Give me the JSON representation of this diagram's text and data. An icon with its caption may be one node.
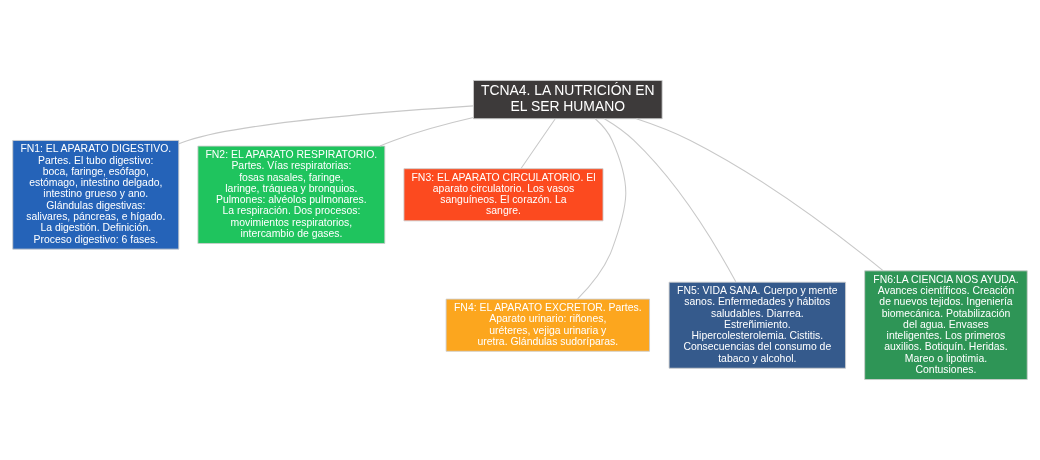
{
  "diagram": {
    "nodes": [
      {
        "text": [
          "TCNA4. LA NUTRICIÓN EN EL SER HUMANO"
        ]
      },
      {
        "text": [
          "FN1: EL APARATO DIGESTIVO. Partes. El tubo digestivo: boca, faringe, esófago, estómago, intestino delgado, intestino grueso y ano. Glándulas digestivas: salivares, páncreas, e hígado.  La digestión. Definición. Proceso digestivo: 6 fases."
        ]
      },
      {
        "text": [
          "FN2: EL APARATO RESPIRATORIO. Partes. Vías respiratorias: fosas nasales, faringe, laringe, tráquea y bronquios. Pulmones: alvéolos pulmonares. La respiración. Dos procesos: movimientos respiratorios, intercambio de gases."
        ]
      },
      {
        "text": [
          "FN3: EL APARATO CIRCULATORIO. El aparato circulatorio. Los vasos sanguíneos. El corazón. La sangre."
        ]
      },
      {
        "text": [
          "FN4: EL APARATO EXCRETOR. Partes. Aparato urinario: riñones, uréteres, vejiga urinaria y uretra. Glándulas sudoríparas."
        ]
      },
      {
        "text": [
          "FN5: VIDA SANA. Cuerpo y mente sanos. Enfermedades y hábitos saludables. Diarrea. Estreñimiento. Hipercolesterolemia. Cistitis. Consecuencias del consumo de tabaco y alcohol."
        ]
      },
      {
        "text": [
          "FN6:LA CIENCIA NOS AYUDA. Avances científicos. Creación de nuevos tejidos. Ingeniería biomecánica. Potabilización del agua. Envases inteligentes. Los primeros auxilios. Botiquín. Heridas. Mareo o lipotimia. Contusiones."
        ]
      }
    ],
    "edges": [
      {
        "from": 0,
        "to": 1,
        "arrow": "none"
      },
      {
        "from": 0,
        "to": 2,
        "arrow": "none"
      },
      {
        "from": 0,
        "to": 3,
        "arrow": "none"
      },
      {
        "from": 0,
        "to": 4,
        "arrow": "none"
      },
      {
        "from": 0,
        "to": 5,
        "arrow": "none"
      },
      {
        "from": 0,
        "to": 6,
        "arrow": "none"
      }
    ]
  }
}
